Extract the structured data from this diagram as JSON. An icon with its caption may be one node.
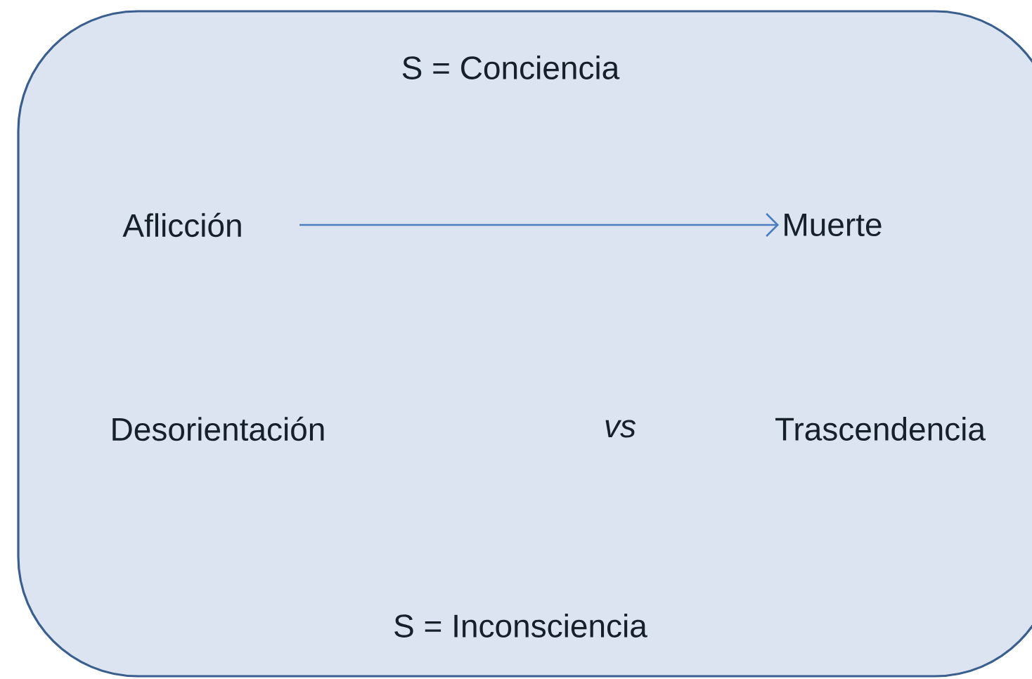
{
  "diagram": {
    "nodes": [
      {
        "text": [
          "S = Conciencia",
          "S = Inconsciencia"
        ]
      },
      {
        "text": [
          "Aflicción"
        ],
        "in": 0
      },
      {
        "text": [
          "Muerte"
        ],
        "in": 0
      }
    ],
    "edges": [
      {
        "from": 1,
        "to": 2,
        "arrow": "to"
      }
    ],
    "labels": [
      "Desorientación",
      "vs",
      "Trascendencia"
    ]
  }
}
